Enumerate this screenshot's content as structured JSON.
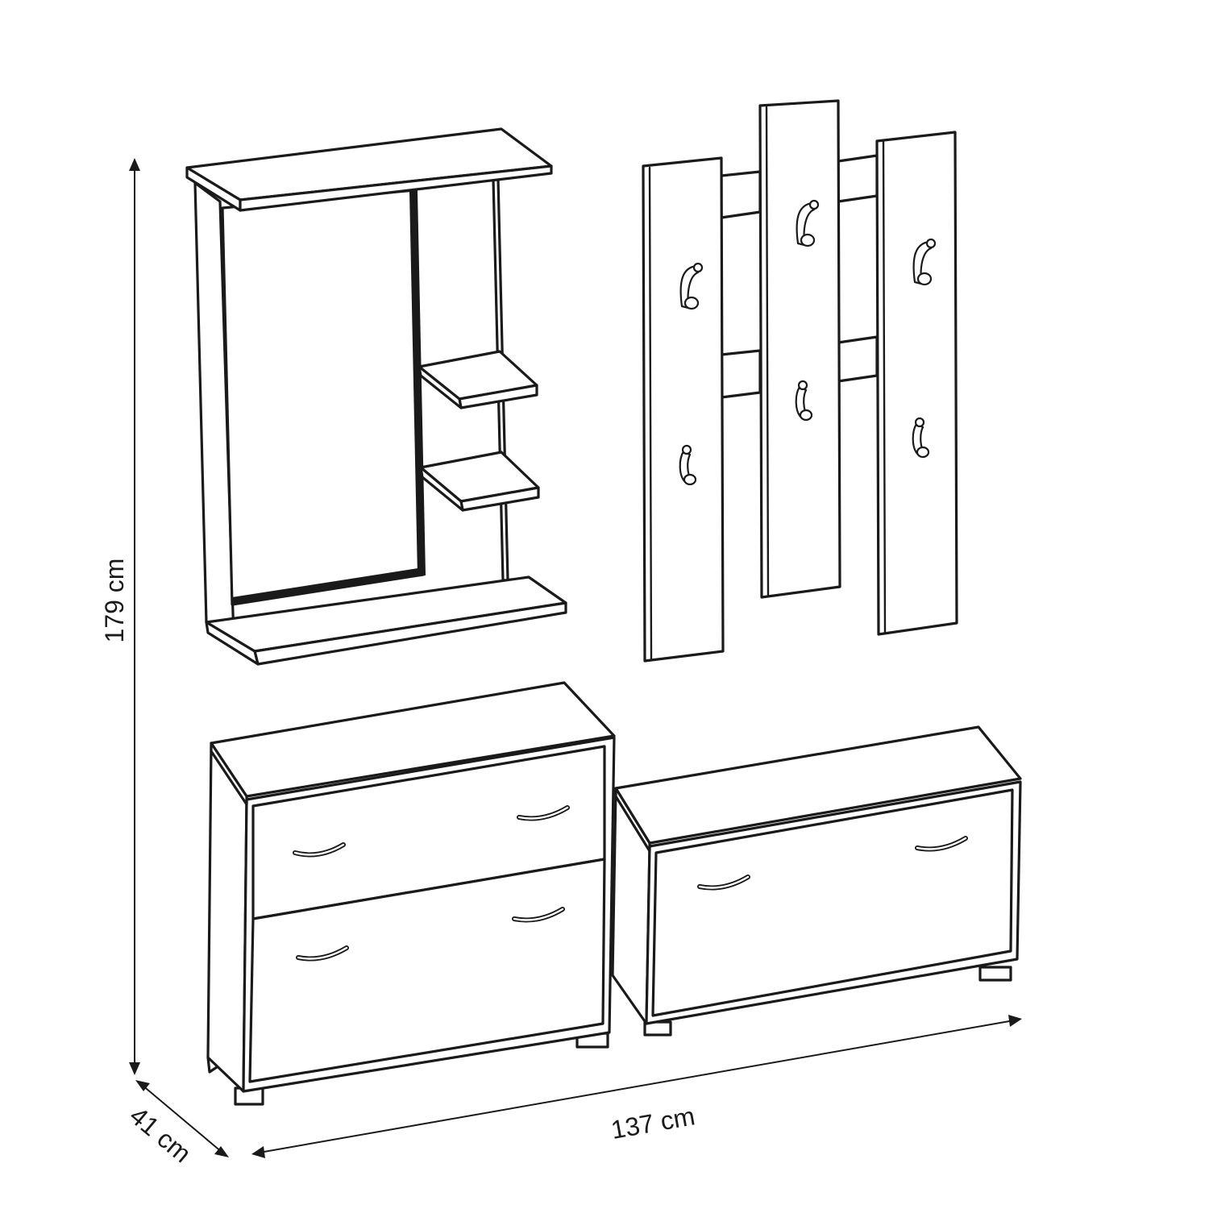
{
  "dimensions": {
    "height": "179 cm",
    "width": "137 cm",
    "depth": "41 cm"
  },
  "colors": {
    "line": "#1a1a1a",
    "background": "#ffffff"
  }
}
